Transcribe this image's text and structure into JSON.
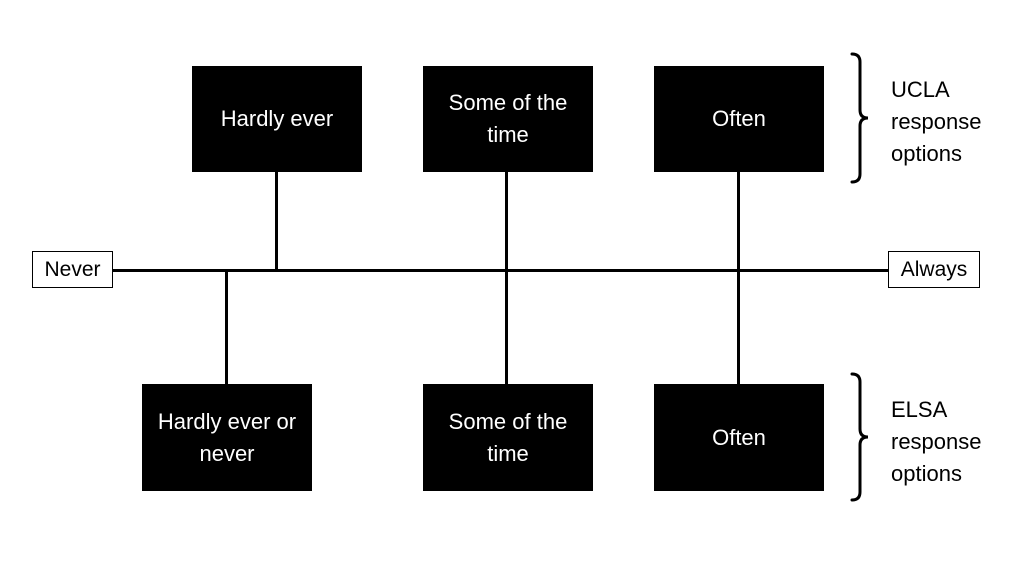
{
  "scale": {
    "min_label": "Never",
    "max_label": "Always"
  },
  "ucla": {
    "label_lines": [
      "UCLA",
      "response",
      "options"
    ],
    "options": [
      "Hardly ever",
      "Some of the time",
      "Often"
    ]
  },
  "elsa": {
    "label_lines": [
      "ELSA",
      "response",
      "options"
    ],
    "options": [
      "Hardly ever or never",
      "Some of the time",
      "Often"
    ]
  },
  "colors": {
    "box_fill": "#000000",
    "box_text": "#ffffff",
    "line": "#000000",
    "background": "#ffffff"
  }
}
